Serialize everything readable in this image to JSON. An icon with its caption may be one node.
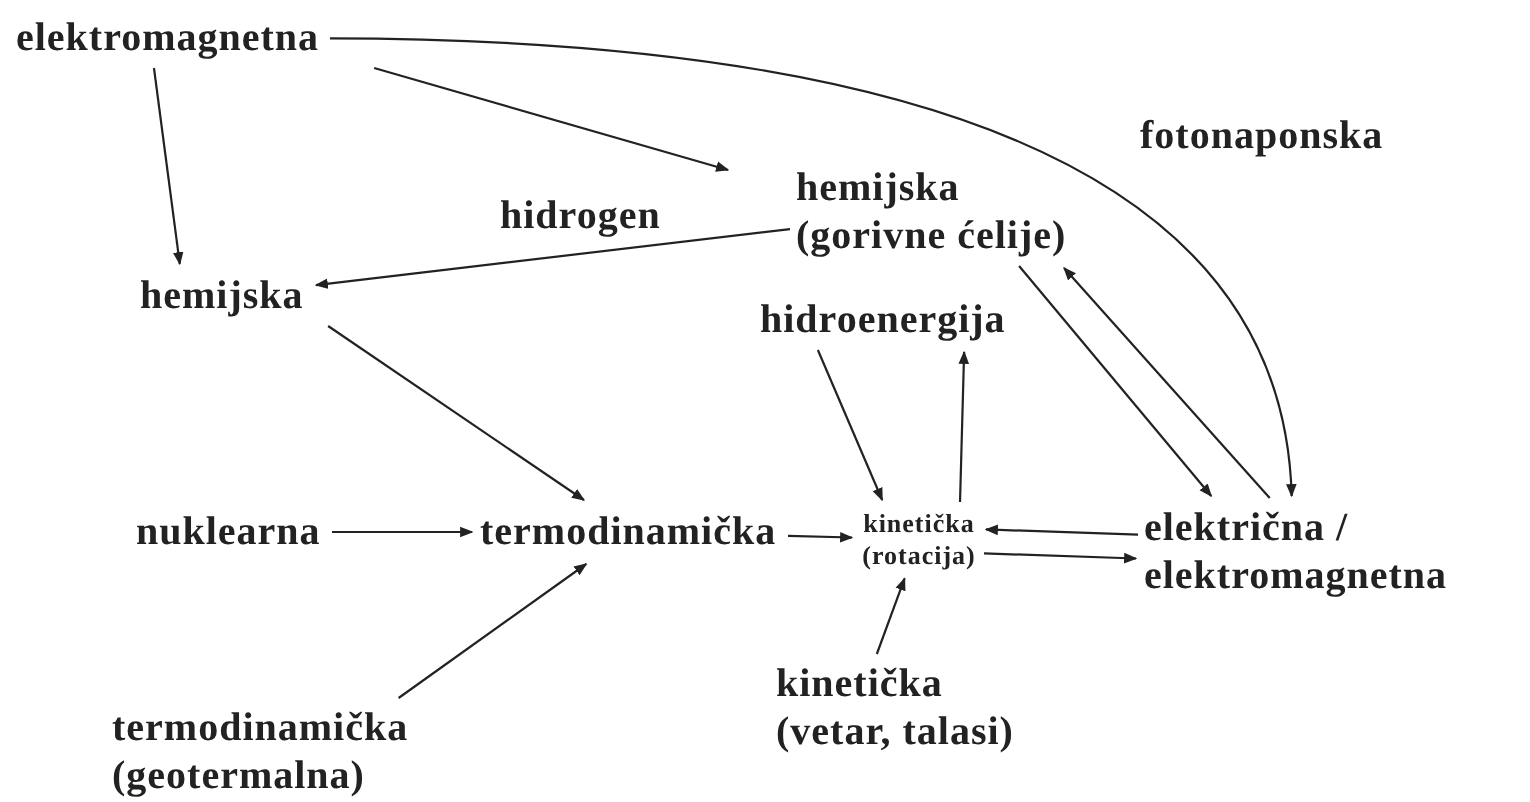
{
  "diagram": {
    "nodes": [
      {
        "text": [
          "elektromagnetna"
        ]
      },
      {
        "text": [
          "hemijska"
        ]
      },
      {
        "text": [
          "hemijska (gorivne ćelije)"
        ]
      },
      {
        "text": [
          "hidroenergija"
        ]
      },
      {
        "text": [
          "nuklearna"
        ]
      },
      {
        "text": [
          "termodinamička"
        ]
      },
      {
        "text": [
          "kinetička (rotacija)"
        ]
      },
      {
        "text": [
          "električna / elektromagnetna"
        ]
      },
      {
        "text": [
          "termodinamička (geotermalna)"
        ]
      },
      {
        "text": [
          "kinetička (vetar, talasi)"
        ]
      }
    ],
    "edges": [
      {
        "from": 0,
        "to": 1,
        "arrow": "to"
      },
      {
        "from": 0,
        "to": 2,
        "arrow": "to"
      },
      {
        "from": 0,
        "to": 7,
        "arrow": "to",
        "label": "fotonaponska"
      },
      {
        "from": 2,
        "to": 1,
        "arrow": "to",
        "label": "hidrogen"
      },
      {
        "from": 1,
        "to": 5,
        "arrow": "to"
      },
      {
        "from": 2,
        "to": 7,
        "arrow": "to"
      },
      {
        "from": 7,
        "to": 2,
        "arrow": "to"
      },
      {
        "from": 3,
        "to": 6,
        "arrow": "to"
      },
      {
        "from": 6,
        "to": 3,
        "arrow": "to"
      },
      {
        "from": 4,
        "to": 5,
        "arrow": "to"
      },
      {
        "from": 8,
        "to": 5,
        "arrow": "to"
      },
      {
        "from": 5,
        "to": 6,
        "arrow": "to"
      },
      {
        "from": 7,
        "to": 6,
        "arrow": "to"
      },
      {
        "from": 6,
        "to": 7,
        "arrow": "to"
      },
      {
        "from": 9,
        "to": 6,
        "arrow": "to"
      }
    ]
  }
}
